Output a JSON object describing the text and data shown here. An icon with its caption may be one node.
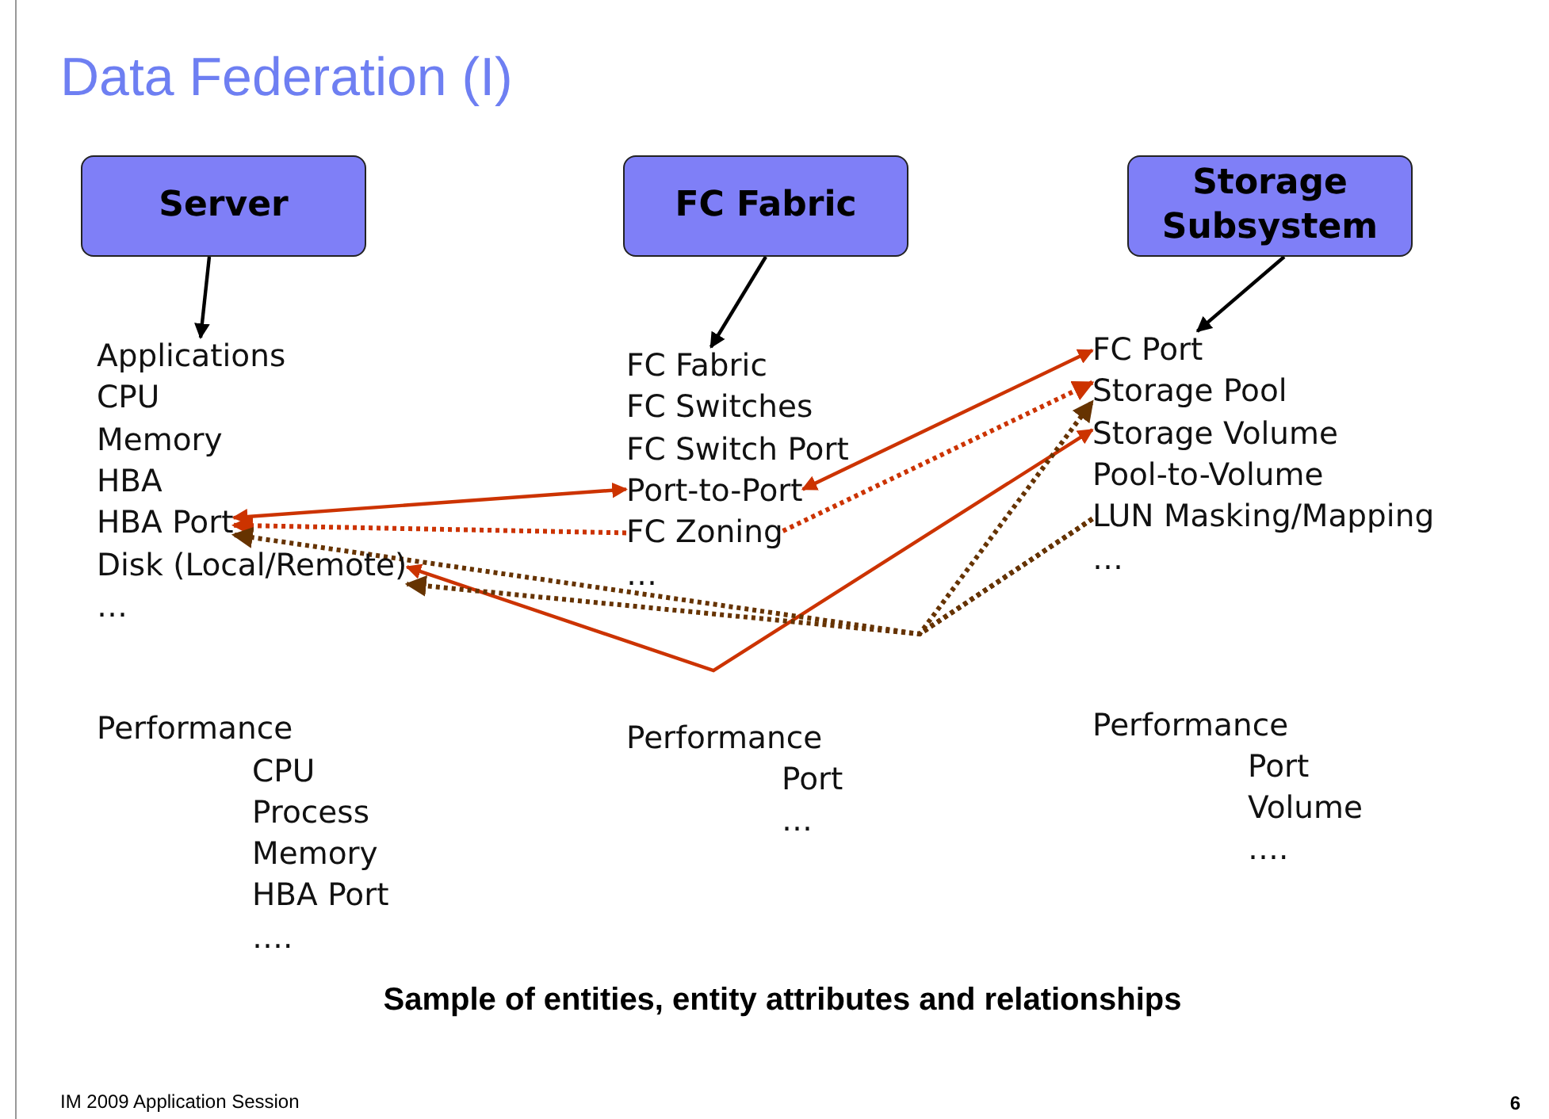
{
  "diagram": {
    "title": "Data Federation (I)",
    "caption": "Sample of entities, entity attributes and relationships",
    "nodes": [
      {
        "text": [
          "Server"
        ]
      },
      {
        "text": [
          "FC Fabric"
        ]
      },
      {
        "text": [
          "Storage Subsystem"
        ]
      },
      {
        "text": [
          "Applications"
        ]
      },
      {
        "text": [
          "CPU"
        ]
      },
      {
        "text": [
          "Memory"
        ]
      },
      {
        "text": [
          "HBA"
        ]
      },
      {
        "text": [
          "HBA Port"
        ]
      },
      {
        "text": [
          "Disk (Local/Remote)"
        ]
      },
      {
        "text": [
          "…"
        ]
      },
      {
        "text": [
          "FC Fabric"
        ]
      },
      {
        "text": [
          "FC Switches"
        ]
      },
      {
        "text": [
          "FC Switch Port"
        ]
      },
      {
        "text": [
          "Port-to-Port"
        ]
      },
      {
        "text": [
          "FC Zoning"
        ]
      },
      {
        "text": [
          "…"
        ]
      },
      {
        "text": [
          "FC Port"
        ]
      },
      {
        "text": [
          "Storage Pool"
        ]
      },
      {
        "text": [
          "Storage Volume"
        ]
      },
      {
        "text": [
          "Pool-to-Volume"
        ]
      },
      {
        "text": [
          "LUN Masking/Mapping"
        ]
      },
      {
        "text": [
          "…"
        ]
      }
    ],
    "edges": [
      {
        "from": 0,
        "to": 3,
        "arrow": "to",
        "color": "#000000"
      },
      {
        "from": 1,
        "to": 10,
        "arrow": "to",
        "color": "#000000"
      },
      {
        "from": 2,
        "to": 16,
        "arrow": "to",
        "color": "#000000"
      },
      {
        "from": 13,
        "to": 7,
        "arrow": "both",
        "color": "#cc3300"
      },
      {
        "from": 14,
        "to": 7,
        "arrow": "to",
        "style": "dashed",
        "color": "#cc3300"
      },
      {
        "from": 13,
        "to": 16,
        "arrow": "both",
        "color": "#cc3300"
      },
      {
        "from": 14,
        "to": 17,
        "arrow": "to",
        "style": "dashed",
        "color": "#cc3300"
      },
      {
        "from": 8,
        "to": 18,
        "arrow": "both",
        "color": "#cc3300"
      },
      {
        "from": 20,
        "to": 7,
        "arrow": "to",
        "style": "dashed",
        "color": "#663300"
      },
      {
        "from": 20,
        "to": 8,
        "arrow": "to",
        "style": "dashed",
        "color": "#663300"
      },
      {
        "from": 20,
        "to": 17,
        "arrow": "to",
        "style": "dashed",
        "color": "#663300"
      }
    ],
    "labels": [
      "Performance",
      "CPU",
      "Process",
      "Memory",
      "HBA Port",
      "….",
      "Performance",
      "Port",
      "…",
      "Performance",
      "Port",
      "Volume",
      "….",
      "IM 2009 Application Session",
      "6"
    ]
  }
}
